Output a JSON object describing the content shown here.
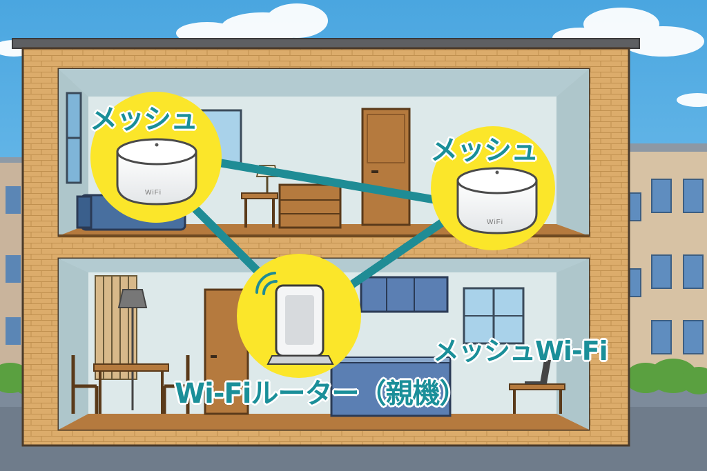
{
  "labels": {
    "mesh_top_left": "メッシュ",
    "mesh_top_right": "メッシュ",
    "router": "Wi-Fiルーター（親機）",
    "system": "メッシュWi-Fi"
  },
  "device_tags": {
    "mesh_left": "WiFi",
    "mesh_right": "WiFi"
  },
  "colors": {
    "sky": "#5fb3e6",
    "wall": "#d9a868",
    "highlight": "#fbe62a",
    "connection": "#1f8c95",
    "label_text": "#1a8f99"
  }
}
